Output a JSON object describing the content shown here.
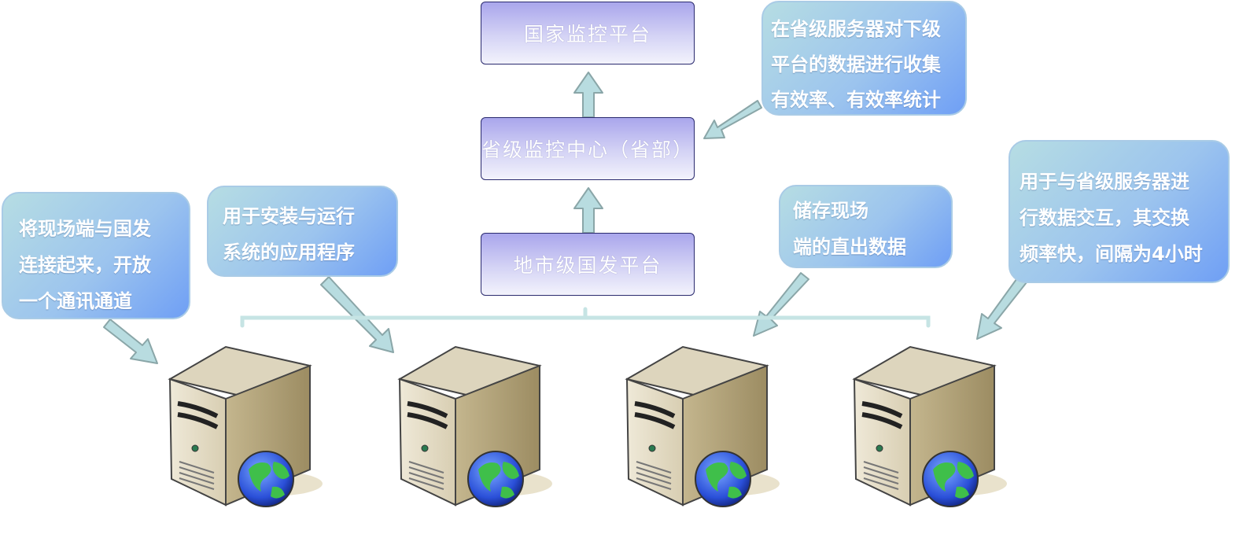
{
  "platforms": {
    "national": "国家监控平台",
    "provincial": "省级监控中心（省部）",
    "municipal": "地市级国发平台"
  },
  "callouts": {
    "top_right": [
      "在省级服务器对下级",
      "平台的数据进行收集",
      "有效率、有效率统计"
    ],
    "server1": [
      "将现场端与国发",
      "连接起来，开放",
      "一个通讯通道"
    ],
    "server2": [
      "用于安装与运行",
      "系统的应用程序"
    ],
    "server3": [
      "储存现场",
      "端的直出数据"
    ],
    "server4": [
      "用于与省级服务器进",
      "行数据交互，其交换",
      "频率快，间隔为4小时"
    ]
  },
  "servers": [
    {
      "icon": "server-globe-icon"
    },
    {
      "icon": "server-globe-icon"
    },
    {
      "icon": "server-globe-icon"
    },
    {
      "icon": "server-globe-icon"
    }
  ],
  "colors": {
    "platform_fill": "#b3b0ee",
    "platform_border": "#2a2a6e",
    "callout_fill_start": "#b6dde3",
    "callout_fill_end": "#6f9ff5",
    "arrow_fill": "#b8dce0",
    "arrow_stroke": "#8aa6a8",
    "bracket": "#bfe0e0"
  }
}
